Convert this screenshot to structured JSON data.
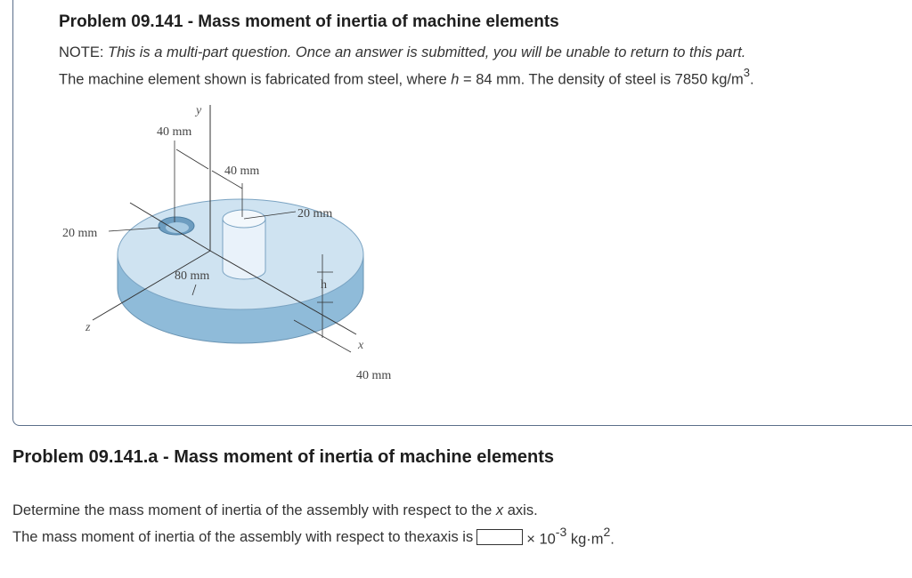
{
  "problem": {
    "title": "Problem 09.141 - Mass moment of inertia of machine elements",
    "note_label": "NOTE:",
    "note_text": "This is a multi-part question. Once an answer is submitted, you will be unable to return to this part.",
    "statement_pre": "The machine element shown is fabricated from steel, where ",
    "statement_var": "h",
    "statement_mid": " = 84 mm. The density of steel is 7850 kg/m",
    "statement_exp": "3",
    "statement_end": "."
  },
  "figure": {
    "labels": {
      "y_axis": "y",
      "z_axis": "z",
      "x_axis": "x",
      "h_dim": "h",
      "dim_40_top": "40 mm",
      "dim_40_mid": "40 mm",
      "dim_20_right": "20 mm",
      "dim_20_left": "20 mm",
      "dim_80": "80 mm",
      "dim_40_bottom": "40 mm"
    },
    "colors": {
      "disk_top": "#cfe3f1",
      "disk_side": "#8fbbd9",
      "pin": "#e6f0f8",
      "line": "#333333"
    }
  },
  "part": {
    "title": "Problem 09.141.a - Mass moment of inertia of machine elements",
    "question_pre": "Determine the mass moment of inertia of the assembly with respect to the ",
    "question_var": "x",
    "question_post": " axis.",
    "answer_pre": "The mass moment of inertia of the assembly with respect to the ",
    "answer_var": "x",
    "answer_mid": " axis is ",
    "answer_value": "",
    "unit_times": "× 10",
    "unit_exp": "-3",
    "unit_text": " kg·m",
    "unit_exp2": "2",
    "unit_end": "."
  }
}
